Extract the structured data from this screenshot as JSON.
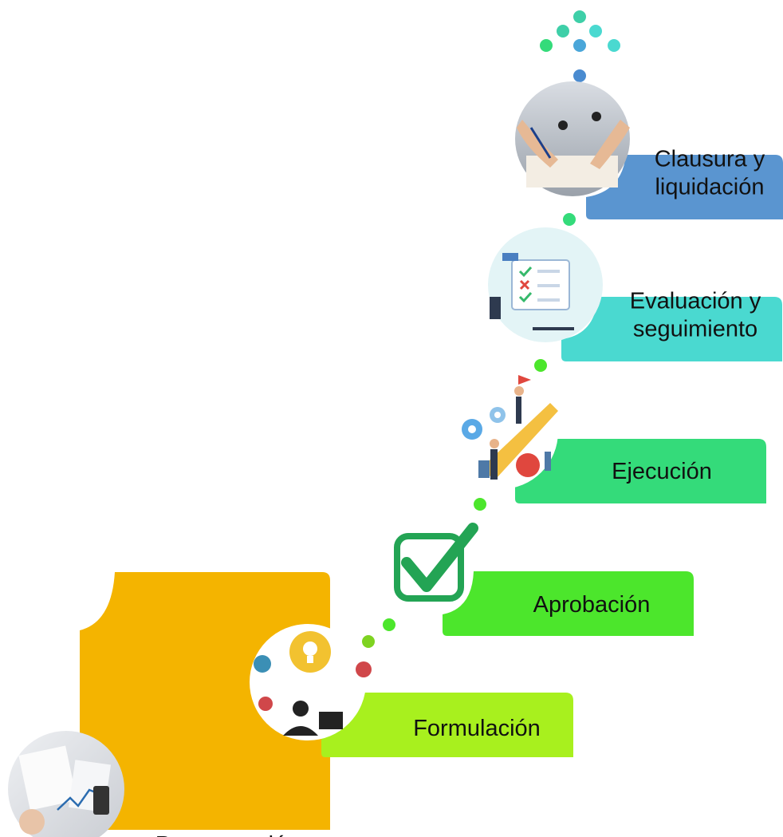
{
  "stages": [
    {
      "label": "Programación",
      "color": "#F4B400",
      "icon": "business-charts-photo"
    },
    {
      "label": "Formulación",
      "color": "#A8F01E",
      "icon": "idea-planning-icon"
    },
    {
      "label": "Aprobación",
      "color": "#4CE62C",
      "icon": "checkmark-icon"
    },
    {
      "label": "Ejecución",
      "color": "#34DB7A",
      "icon": "team-execution-illustration"
    },
    {
      "label": "Evaluación y\nseguimiento",
      "color": "#4AD9D0",
      "icon": "checklist-evaluation-icon"
    },
    {
      "label": "Clausura y\nliquidación",
      "color": "#5A95D0",
      "icon": "signing-documents-photo"
    }
  ]
}
